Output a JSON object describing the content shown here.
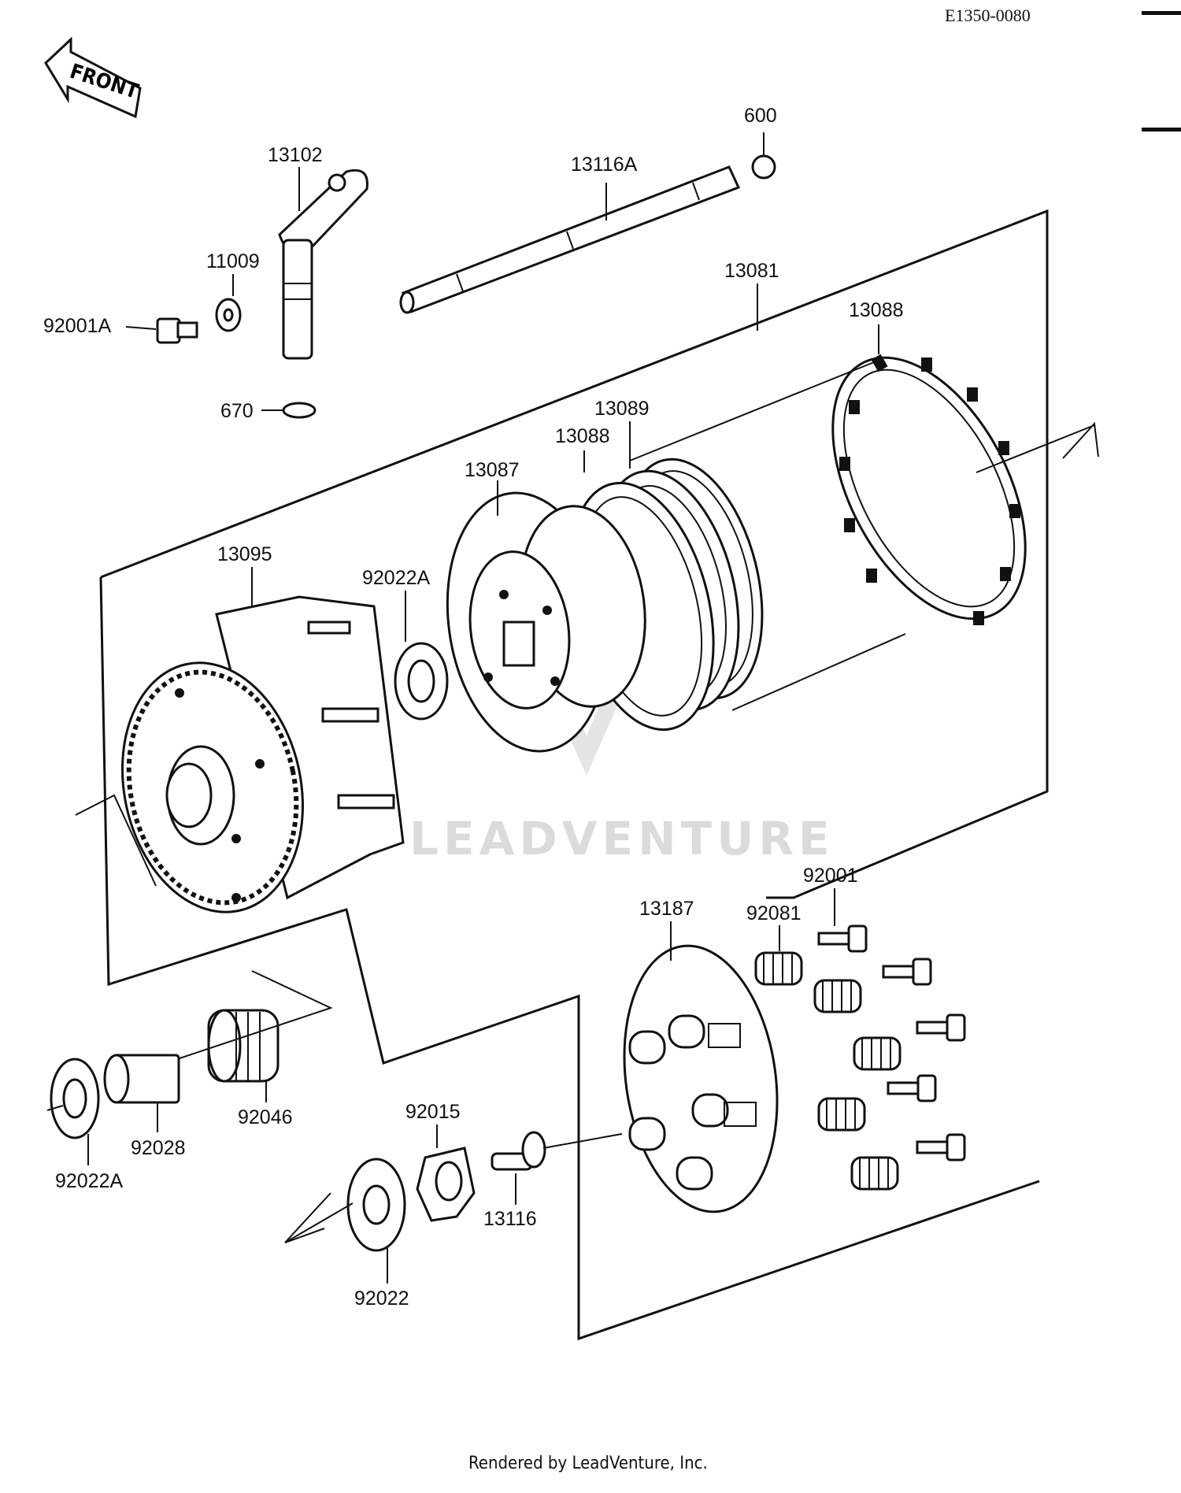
{
  "diagram_code": "E1350-0080",
  "front_label": "FRONT",
  "watermark": "LEADVENTURE",
  "footer": "Rendered by LeadVenture, Inc.",
  "parts": {
    "p600": "600",
    "p13116A": "13116A",
    "p13102": "13102",
    "p11009": "11009",
    "p92001A": "92001A",
    "p670": "670",
    "p13081": "13081",
    "p13088_top": "13088",
    "p13089": "13089",
    "p13088_mid": "13088",
    "p13087": "13087",
    "p13095": "13095",
    "p92022A_top": "92022A",
    "p92001": "92001",
    "p92081": "92081",
    "p13187": "13187",
    "p92015": "92015",
    "p13116": "13116",
    "p92022": "92022",
    "p92046": "92046",
    "p92028": "92028",
    "p92022A_bottom": "92022A"
  }
}
